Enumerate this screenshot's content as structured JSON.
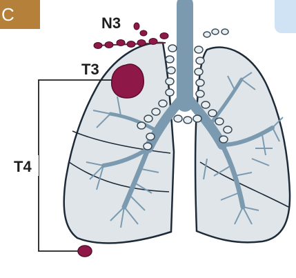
{
  "badge": {
    "text": "C"
  },
  "labels": {
    "n3": "N3",
    "t3": "T3",
    "t4": "T4"
  },
  "colors": {
    "lung_fill": "#dfe5e9",
    "lung_outline": "#1d2a37",
    "airway": "#7b9ab0",
    "node_fill": "#e9eef1",
    "tumor": "#8e1848",
    "badge_bg": "#b5803a",
    "tab_bg": "#cfe3f4"
  },
  "icons": {
    "lungs": "lungs-illustration",
    "tumor": "tumor-mass"
  }
}
